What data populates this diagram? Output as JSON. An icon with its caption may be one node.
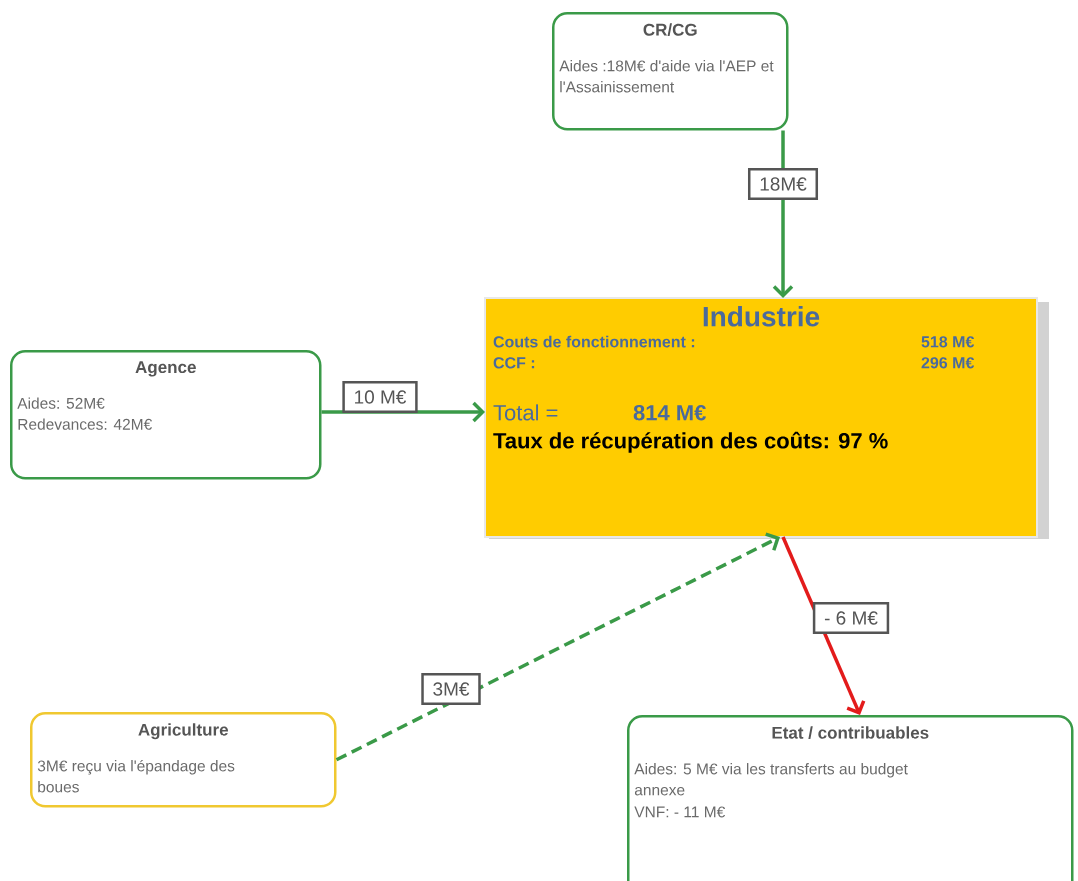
{
  "diagram": {
    "nodes": [
      {
        "text": [
          "CR/CG",
          "Aides :18M€ d'aide via l'AEP et l'Assainissement"
        ]
      },
      {
        "text": [
          "Industrie",
          "Couts de fonctionnement :",
          "518 M€",
          "CCF :",
          "296 M€",
          "Total =",
          "814 M€",
          "Taux de récupération des coûts: 97 %"
        ]
      },
      {
        "text": [
          "Agence",
          "Aides: 52M€",
          "Redevances: 42M€"
        ]
      },
      {
        "text": [
          "Agriculture",
          "3M€ reçu via l'épandage des boues"
        ]
      },
      {
        "text": [
          "Etat / contribuables",
          "Aides: 5 M€ via les transferts au budget annexe",
          "VNF: - 11 M€"
        ]
      }
    ],
    "edges": [
      {
        "from": 0,
        "to": 1,
        "arrow": "to",
        "label": "18M€"
      },
      {
        "from": 2,
        "to": 1,
        "arrow": "to",
        "label": "10 M€"
      },
      {
        "from": 3,
        "to": 1,
        "arrow": "to",
        "label": "3M€",
        "style": "dashed"
      },
      {
        "from": 1,
        "to": 4,
        "arrow": "to",
        "label": "- 6 M€",
        "color": "#e31b1b"
      }
    ]
  }
}
